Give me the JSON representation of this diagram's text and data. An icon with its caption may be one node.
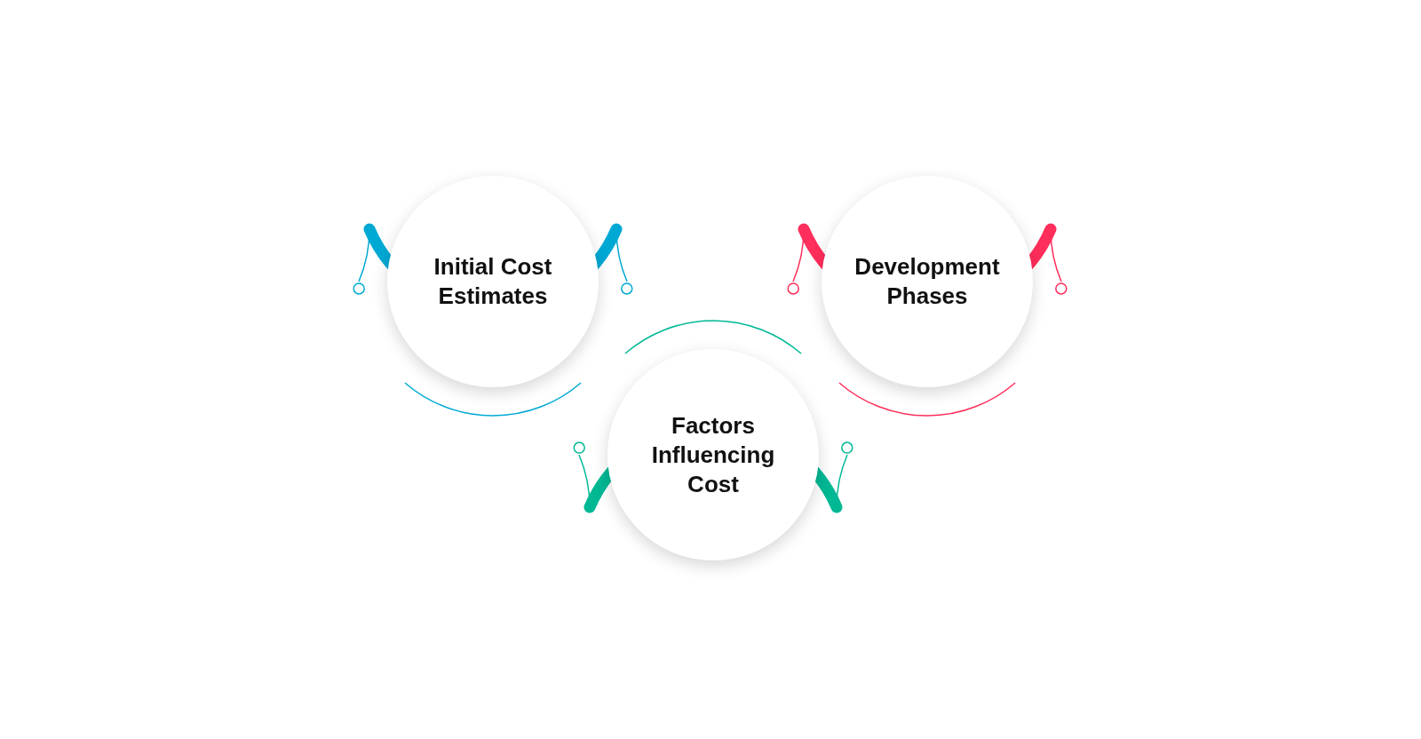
{
  "diagram": {
    "nodes": [
      {
        "text": [
          "Initial Cost Estimates"
        ]
      },
      {
        "text": [
          "Development Phases"
        ]
      },
      {
        "text": [
          "Factors Influencing Cost"
        ]
      }
    ]
  }
}
